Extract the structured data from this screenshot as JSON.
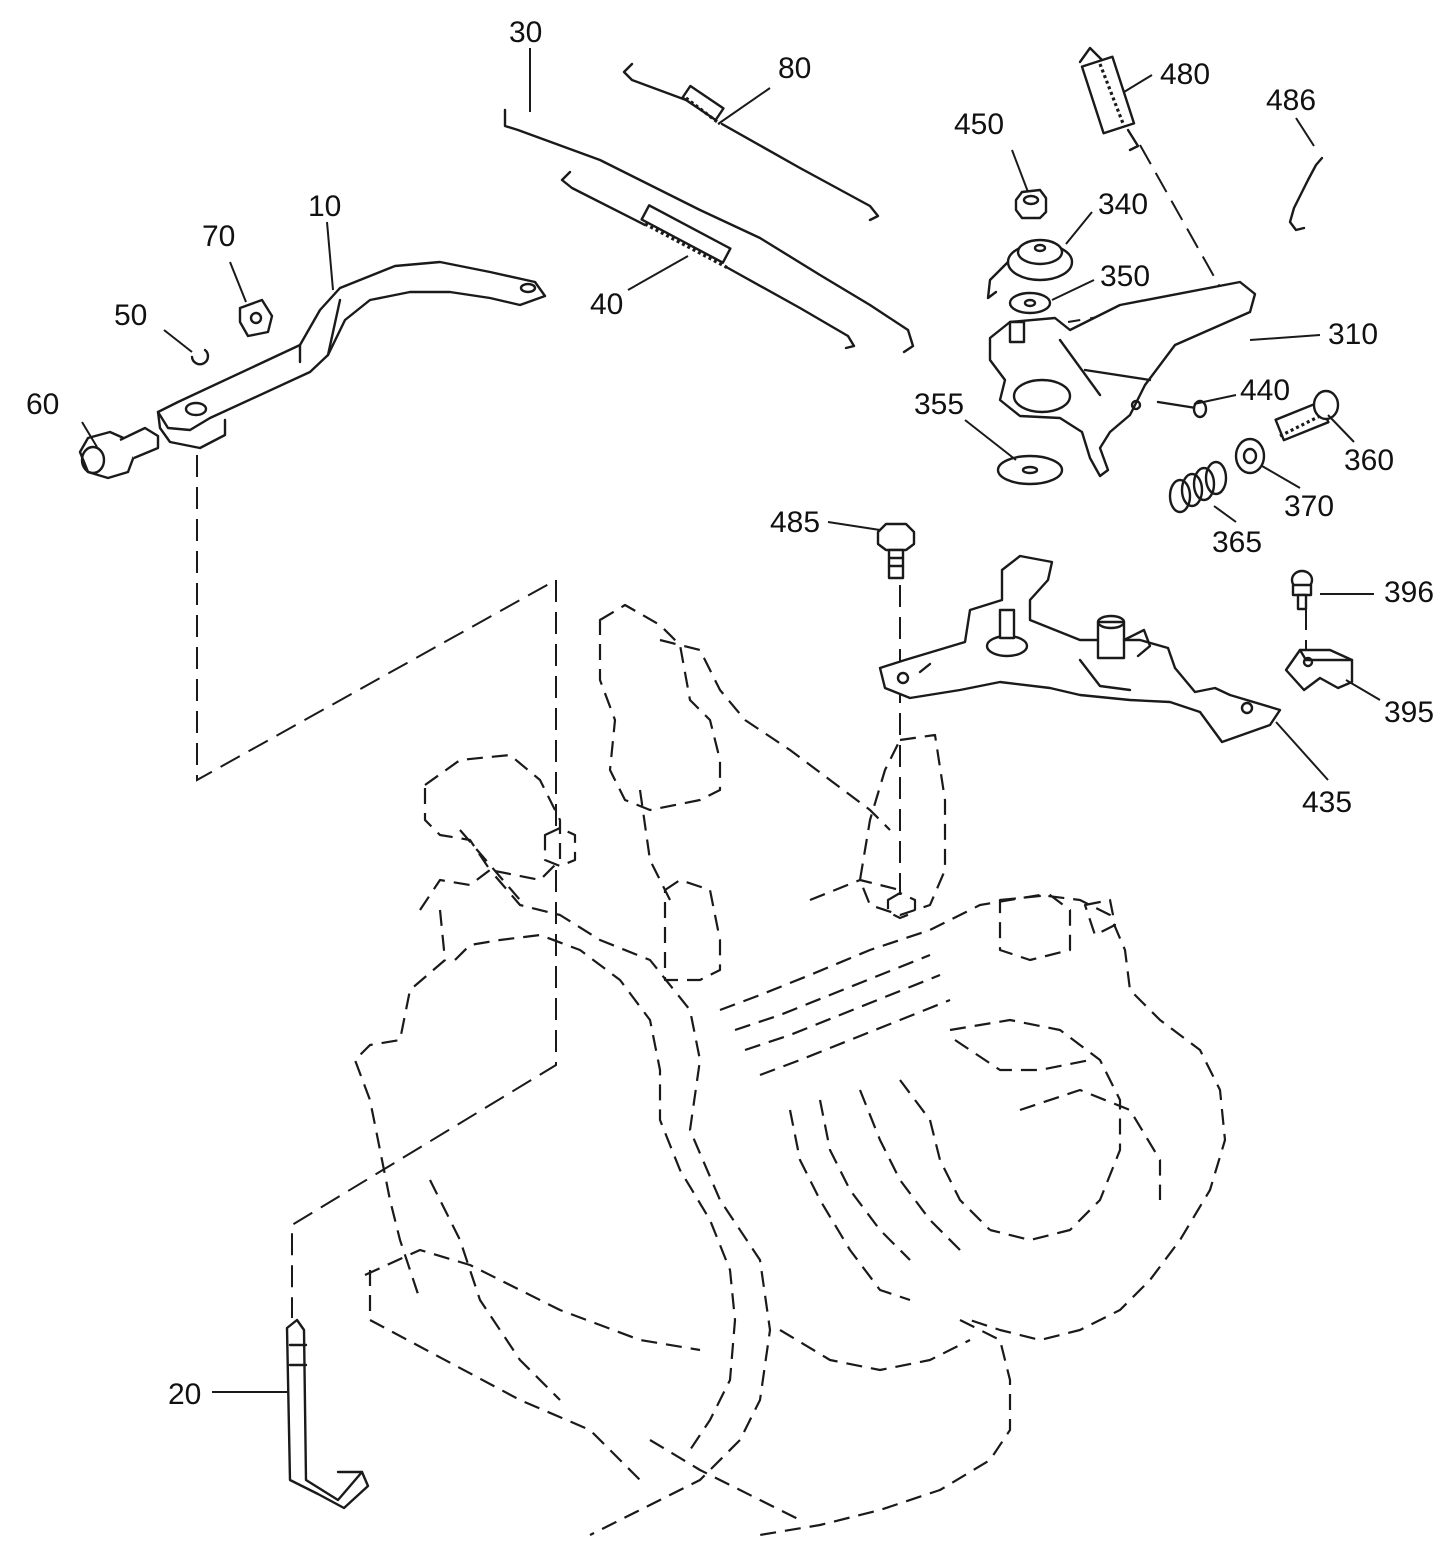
{
  "callouts": {
    "p10": "10",
    "p20": "20",
    "p30": "30",
    "p40": "40",
    "p50": "50",
    "p60": "60",
    "p70": "70",
    "p80": "80",
    "p310": "310",
    "p340": "340",
    "p350": "350",
    "p355": "355",
    "p360": "360",
    "p365": "365",
    "p370": "370",
    "p395": "395",
    "p396": "396",
    "p435": "435",
    "p440": "440",
    "p450": "450",
    "p480": "480",
    "p485": "485",
    "p486": "486"
  },
  "colors": {
    "line": "#1a1a1a",
    "background": "#ffffff"
  }
}
